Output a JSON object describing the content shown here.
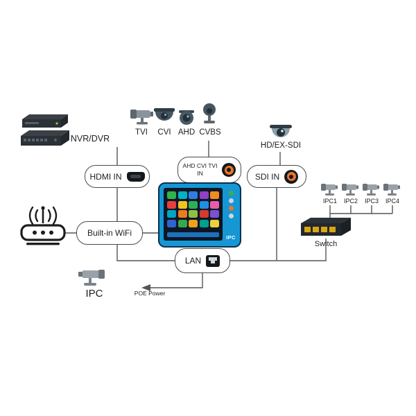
{
  "colors": {
    "wire": "#555555",
    "tester_body": "#1697d4",
    "bnc_ring": "#e8762a",
    "switch_port": "#d9a514"
  },
  "sources": {
    "nvr_label": "NVR/DVR",
    "analog_cameras": [
      {
        "label": "TVI"
      },
      {
        "label": "CVI"
      },
      {
        "label": "AHD"
      },
      {
        "label": "CVBS"
      }
    ],
    "sdi_camera_label": "HD/EX-SDI"
  },
  "ports": {
    "hdmi": "HDMI IN",
    "analog_line1": "AHD CVI TVI",
    "analog_line2": "IN",
    "sdi": "SDI IN",
    "wifi": "Built-in WiFi",
    "lan": "LAN"
  },
  "tester": {
    "badge": "IPC",
    "screen_tiles": [
      "#2eb34d",
      "#00b3c4",
      "#2f7de1",
      "#9040c4",
      "#f08c1e",
      "#e63e3e",
      "#f2c21f",
      "#2fae57",
      "#1f8fe5",
      "#ee5ba5",
      "#00a5bd",
      "#ee7c1a",
      "#8bc044",
      "#d63a2f",
      "#7a51d1",
      "#2f63cf",
      "#35a84c",
      "#efa01d",
      "#00a08f",
      "#f1cf3a"
    ]
  },
  "network": {
    "ip_cameras": [
      {
        "label": "IPC1"
      },
      {
        "label": "IPC2"
      },
      {
        "label": "IPC3"
      },
      {
        "label": "IPC4"
      }
    ],
    "switch_label": "Switch"
  },
  "poe": {
    "camera_label": "IPC",
    "arrow_label": "POE Power"
  }
}
